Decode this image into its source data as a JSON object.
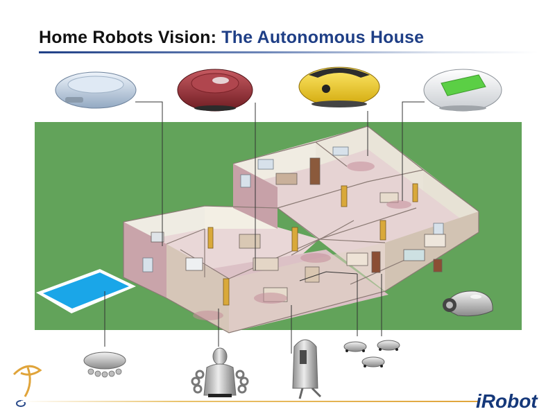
{
  "slide": {
    "title_part1": "Home Robots Vision:",
    "title_part2": "The Autonomous House",
    "brand": "iRobot"
  },
  "colors": {
    "title_dark": "#111111",
    "title_blue": "#1f3f86",
    "lawn_green": "#62a35a",
    "pool_blue": "#1aa6e8",
    "brand_blue": "#15387a"
  },
  "icons": {
    "robots": [
      "robot-vacuum-light-blue",
      "robot-vacuum-red",
      "robot-vacuum-yellow",
      "robot-vacuum-white-green"
    ],
    "concepts": [
      "pool-cleaner-robot",
      "humanoid-robot",
      "cylinder-robot",
      "mini-robot-swarm",
      "lawn-mower-robot"
    ],
    "logo": "irobot-swirl-logo"
  }
}
